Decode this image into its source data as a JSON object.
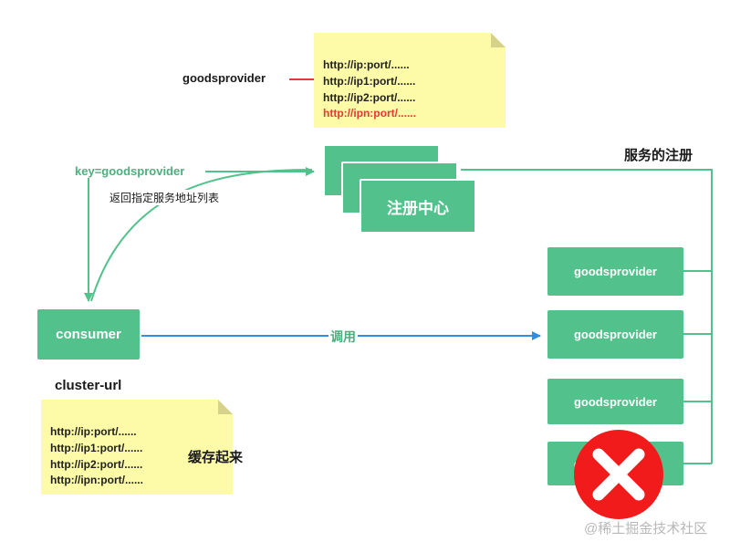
{
  "top_note": {
    "lines": [
      "http://ip:port/......",
      "http://ip1:port/......",
      "http://ip2:port/......",
      "http://ipn:port/......"
    ],
    "last_line_color": "#e53935"
  },
  "goodsprovider_label": "goodsprovider",
  "registry": {
    "label": "注册中心"
  },
  "service_registration_label": "服务的注册",
  "key_label": "key=goodsprovider",
  "return_label": "返回指定服务地址列表",
  "consumer": {
    "label": "consumer"
  },
  "call_label": "调用",
  "cluster_url_label": "cluster-url",
  "bottom_note": {
    "lines": [
      "http://ip:port/......",
      "http://ip1:port/......",
      "http://ip2:port/......",
      "http://ipn:port/......"
    ]
  },
  "cache_label": "缓存起来",
  "providers": [
    {
      "label": "goodsprovider"
    },
    {
      "label": "goodsprovider"
    },
    {
      "label": "goodsprovider"
    },
    {
      "label": "goodsprovider"
    }
  ],
  "watermark": "@稀土掘金技术社区",
  "colors": {
    "green": "#52c18b",
    "green_text": "#4caf7d",
    "note_bg": "#fdfba7",
    "arrow_blue": "#2f8ee0",
    "red_line": "#e53935",
    "error_red": "#f21b1b"
  }
}
